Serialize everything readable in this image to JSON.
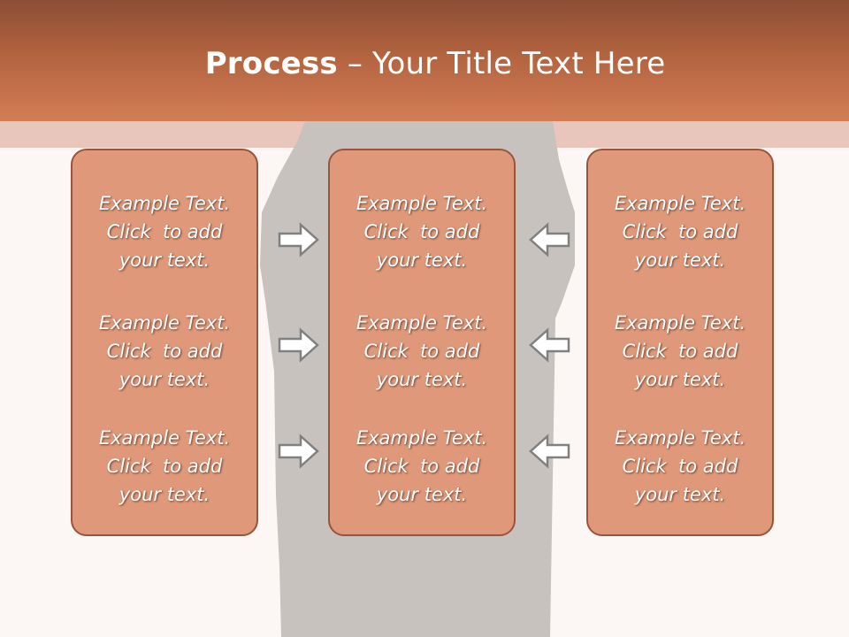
{
  "slide": {
    "title_bold": "Process",
    "title_rest": " – Your Title Text Here"
  },
  "columns": [
    {
      "blocks": [
        {
          "line1": "Example Text.",
          "line2": "Click  to add",
          "line3": "your text."
        },
        {
          "line1": "Example Text.",
          "line2": "Click  to add",
          "line3": "your text."
        },
        {
          "line1": "Example Text.",
          "line2": "Click  to add",
          "line3": "your text."
        }
      ]
    },
    {
      "blocks": [
        {
          "line1": "Example Text.",
          "line2": "Click  to add",
          "line3": "your text."
        },
        {
          "line1": "Example Text.",
          "line2": "Click  to add",
          "line3": "your text."
        },
        {
          "line1": "Example Text.",
          "line2": "Click  to add",
          "line3": "your text."
        }
      ]
    },
    {
      "blocks": [
        {
          "line1": "Example Text.",
          "line2": "Click  to add",
          "line3": "your text."
        },
        {
          "line1": "Example Text.",
          "line2": "Click  to add",
          "line3": "your text."
        },
        {
          "line1": "Example Text.",
          "line2": "Click  to add",
          "line3": "your text."
        }
      ]
    }
  ],
  "arrows": {
    "left_set": "right-arrow-icon",
    "right_set": "left-arrow-icon"
  },
  "colors": {
    "header": "#c8714b",
    "panel_fill": "#df997a",
    "panel_border": "#98553c",
    "background": "#fcf7f4"
  }
}
